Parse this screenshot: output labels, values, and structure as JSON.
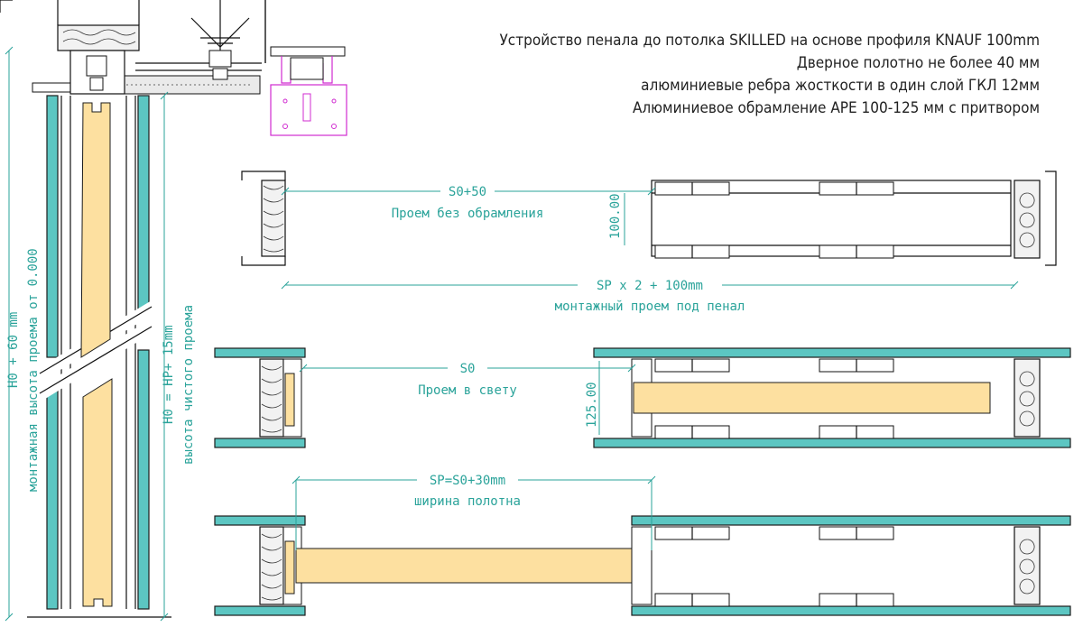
{
  "title_lines": [
    "Устройство пенала до потолка SKILLED на основе профиля KNAUF 100mm",
    "Дверное полотно не более 40 мм",
    "алюминиевые ребра жосткости в один слой ГКЛ 12мм",
    "Алюминиевое обрамление APE 100-125 мм с притвором"
  ],
  "dims": {
    "s0_plus_50": "S0+50",
    "opening_no_frame": "Проем без обрамления",
    "d100": "100.00",
    "sp_x2": "SP x 2 + 100mm",
    "mount_opening": "монтажный проем под пенал",
    "s0": "S0",
    "clear_opening": "Проем в свету",
    "d125": "125.00",
    "sp_eq": "SP=S0+30mm",
    "leaf_width": "ширина полотна"
  },
  "vertical_labels": {
    "h0_plus_60": "H0 + 60 mm",
    "mount_height": "монтажная высота проема от 0.000",
    "h0_eq": "H0 = HP+ 15mm",
    "clear_height": "высота чистого проема"
  },
  "colors": {
    "gkl": "#5cc6c2",
    "leaf": "#fde0a0",
    "dimension": "#2aa39a",
    "bracket": "#d02bd0"
  }
}
